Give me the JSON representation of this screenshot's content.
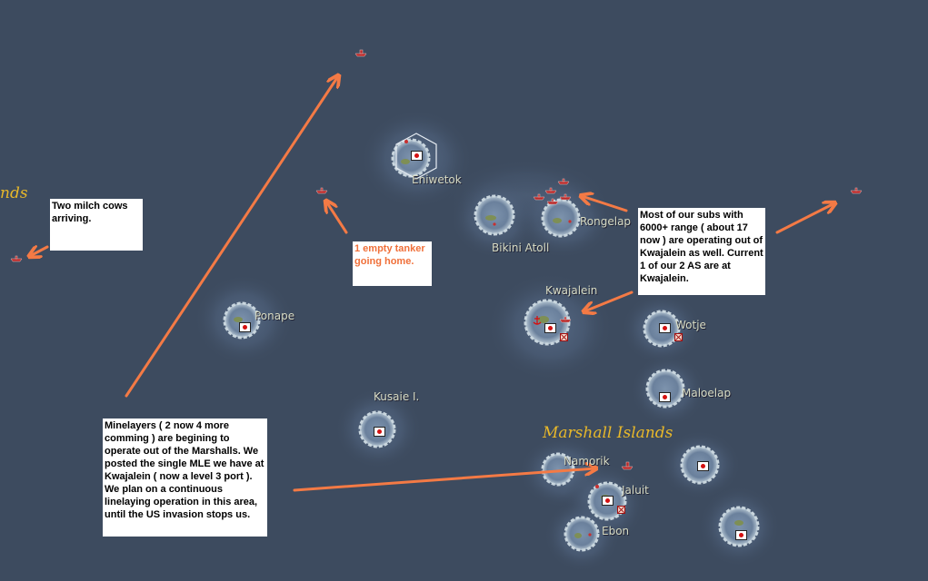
{
  "map": {
    "region_labels": {
      "marshall": "Marshall Islands",
      "partial_left": "nds"
    },
    "islands": {
      "eniwetok": "Eniwetok",
      "bikini": "Bikini Atoll",
      "rongelap": "Rongelap",
      "kwajalein": "Kwajalein",
      "wotje": "Wotje",
      "maloelap": "Maloelap",
      "ponape": "Ponape",
      "kusaie": "Kusaie I.",
      "namorik": "Namorik",
      "jaluit": "Jaluit",
      "ebon": "Ebon"
    },
    "colors": {
      "ocean": "#3d4b5f",
      "arrow": "#f47a45",
      "region_label": "#e8b82a",
      "flag_red": "#d41010"
    }
  },
  "notes": {
    "milch_cows": "Two milch cows arriving.",
    "tanker": "1 empty tanker going home.",
    "subs": "Most of our subs with 6000+ range ( about 17 now ) are operating out of Kwajalein as well. Current 1 of our 2 AS are at Kwajalein.",
    "minelayers": "Minelayers ( 2 now 4 more comming ) are begining to operate out of the Marshalls. We posted the single MLE we have at Kwajalein ( now a level 3 port ). We plan on a continuous linelaying operation in this area, until the US invasion stops us."
  },
  "icons": {
    "base": "japanese-base-flag-icon",
    "ship": "submarine-icon",
    "anchor": "anchor-icon",
    "damaged": "damaged-port-icon",
    "selection": "hex-selection-icon",
    "arrow": "orange-arrow-icon"
  }
}
